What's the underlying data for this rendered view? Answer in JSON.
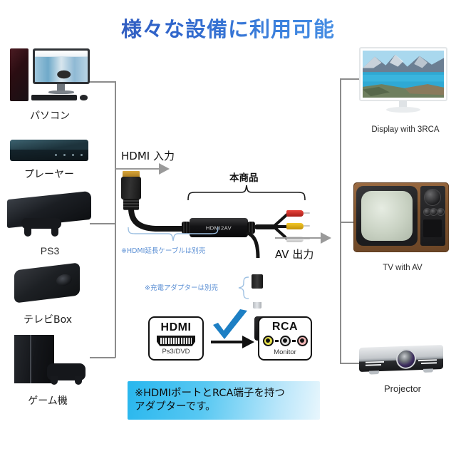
{
  "title": "様々な設備に利用可能",
  "sources": {
    "items": [
      {
        "label": "パソコン",
        "icon": "desktop-pc-icon"
      },
      {
        "label": "プレーヤー",
        "icon": "bluray-player-icon"
      },
      {
        "label": "PS3",
        "icon": "ps3-console-icon"
      },
      {
        "label": "テレビBox",
        "icon": "tv-box-icon"
      },
      {
        "label": "ゲーム機",
        "icon": "ps4-console-icon"
      }
    ]
  },
  "outputs": {
    "items": [
      {
        "label": "Display with 3RCA",
        "icon": "white-monitor-icon"
      },
      {
        "label": "TV with AV",
        "icon": "crt-tv-icon"
      },
      {
        "label": "Projector",
        "icon": "projector-icon"
      }
    ]
  },
  "center": {
    "input_label": "HDMI  入力",
    "output_label": "AV  出力",
    "product_label": "本商品",
    "device_text": "HDMI2AV",
    "note_hdmi_cable": "※HDMI延長ケーブルは別売",
    "note_power_adapter": "※充電アダプターは別売"
  },
  "port_diagram": {
    "hdmi": {
      "title": "HDMI",
      "sub": "Ps3/DVD"
    },
    "rca": {
      "title": "RCA",
      "sub": "Monitor",
      "jacks": [
        "#e8e14a",
        "#dcdcdc",
        "#f0b5b5"
      ]
    },
    "check_icon": "blue-checkmark-icon",
    "arrow_icon": "black-right-arrow-icon"
  },
  "banner": {
    "line1": "※HDMIポートとRCA端子を持つ",
    "line2": "アダプターです。"
  },
  "colors": {
    "title_gradient_start": "#3b4fa8",
    "title_gradient_end": "#5aa0ea",
    "banner_start": "#29b7ee",
    "banner_end": "#e8f6fd",
    "note_blue": "#5b8fd4",
    "bracket_gray": "#8c8c8c",
    "check_blue": "#1d7fc4"
  }
}
